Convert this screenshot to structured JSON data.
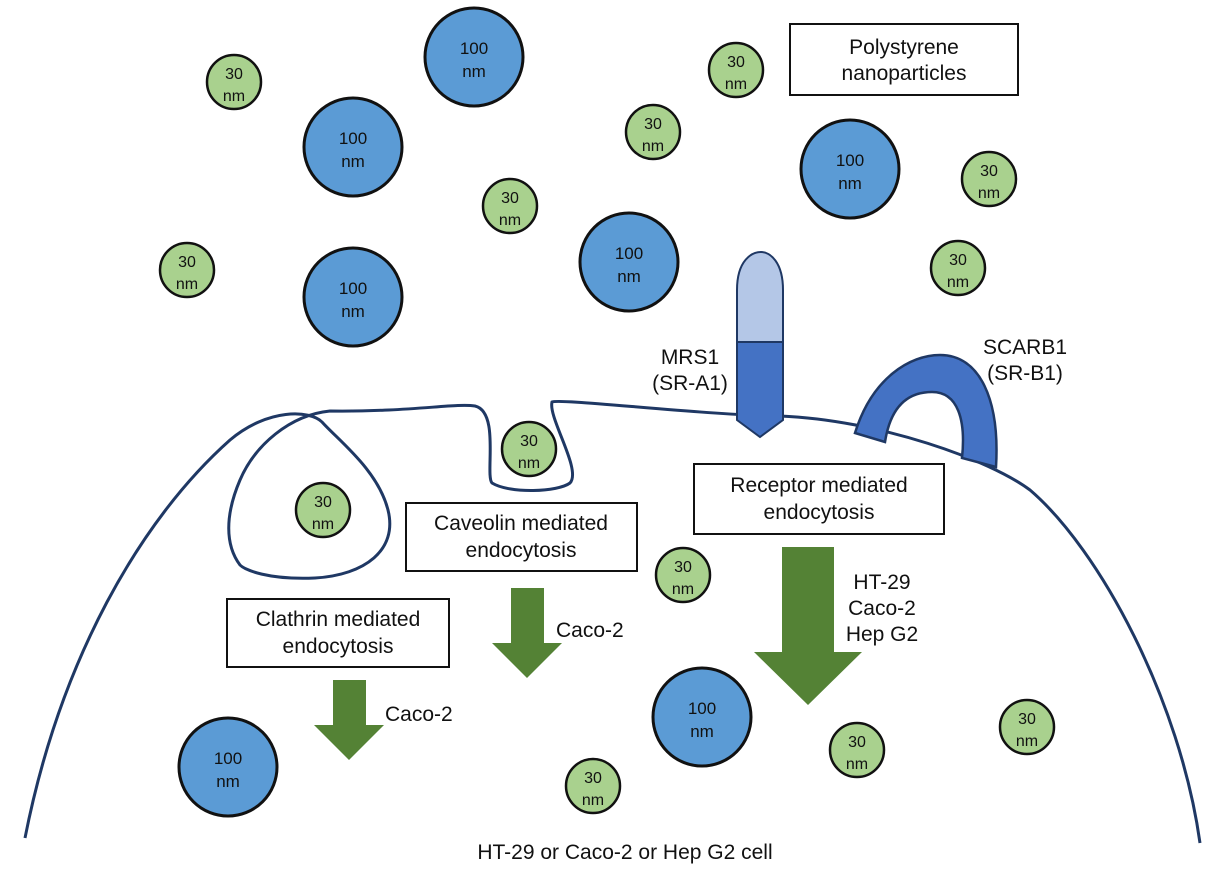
{
  "colors": {
    "np100_fill": "#5b9bd5",
    "np30_fill": "#a9d18e",
    "outline": "#1f3349",
    "membrane": "#1f3864",
    "receptor_dark": "#4472c4",
    "receptor_light": "#b4c7e7",
    "arrow": "#548235"
  },
  "nanoparticles": {
    "large": {
      "line1": "100",
      "line2": "nm"
    },
    "small": {
      "line1": "30",
      "line2": "nm"
    }
  },
  "labels": {
    "polystyrene": [
      "Polystyrene",
      "nanoparticles"
    ],
    "mrs1": [
      "MRS1",
      "(SR-A1)"
    ],
    "scarb1": [
      "SCARB1",
      "(SR-B1)"
    ],
    "clathrin": [
      "Clathrin mediated",
      "endocytosis"
    ],
    "caveolin": [
      "Caveolin mediated",
      "endocytosis"
    ],
    "receptor": [
      "Receptor mediated",
      "endocytosis"
    ],
    "cell": "HT-29 or Caco-2 or Hep G2 cell"
  },
  "arrow_labels": {
    "clathrin": [
      "Caco-2"
    ],
    "caveolin": [
      "Caco-2"
    ],
    "receptor": [
      "HT-29",
      "Caco-2",
      "Hep G2"
    ]
  }
}
